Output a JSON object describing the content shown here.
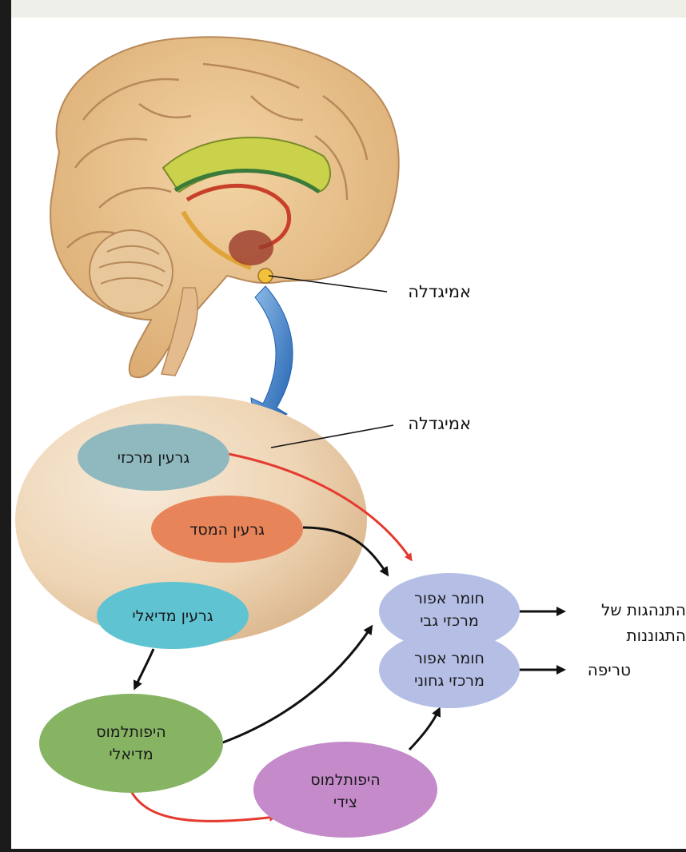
{
  "labels": {
    "amygdala_brain": "אמיגדלה",
    "amygdala_zoom": "אמיגדלה"
  },
  "nodes": {
    "central_nucleus": "גרעין מרכזי",
    "basal_nucleus": "גרעין המסד",
    "medial_nucleus": "גרעין מדיאלי",
    "medial_hypothalamus_1": "היפותלמוס",
    "medial_hypothalamus_2": "מדיאלי",
    "lateral_hypothalamus_1": "היפותלמוס",
    "lateral_hypothalamus_2": "צידי",
    "dorsal_pag_1": "חומר אפור",
    "dorsal_pag_2": "מרכזי גבי",
    "ventral_pag_1": "חומר אפור",
    "ventral_pag_2": "מרכזי גחוני"
  },
  "outputs": {
    "defensive_1": "התנהגות של",
    "defensive_2": "התגוננות",
    "predation": "טריפה"
  },
  "colors": {
    "red_arrow": "#e53a2f",
    "black_arrow": "#111111",
    "blue_arrow": "#2c6fbf",
    "central": "#8fb8bf",
    "basal": "#e8845a",
    "medial": "#5fc3d2",
    "medial_hypo": "#86b463",
    "lateral_hypo": "#c48ac9",
    "pag": "#b5bfe6"
  }
}
